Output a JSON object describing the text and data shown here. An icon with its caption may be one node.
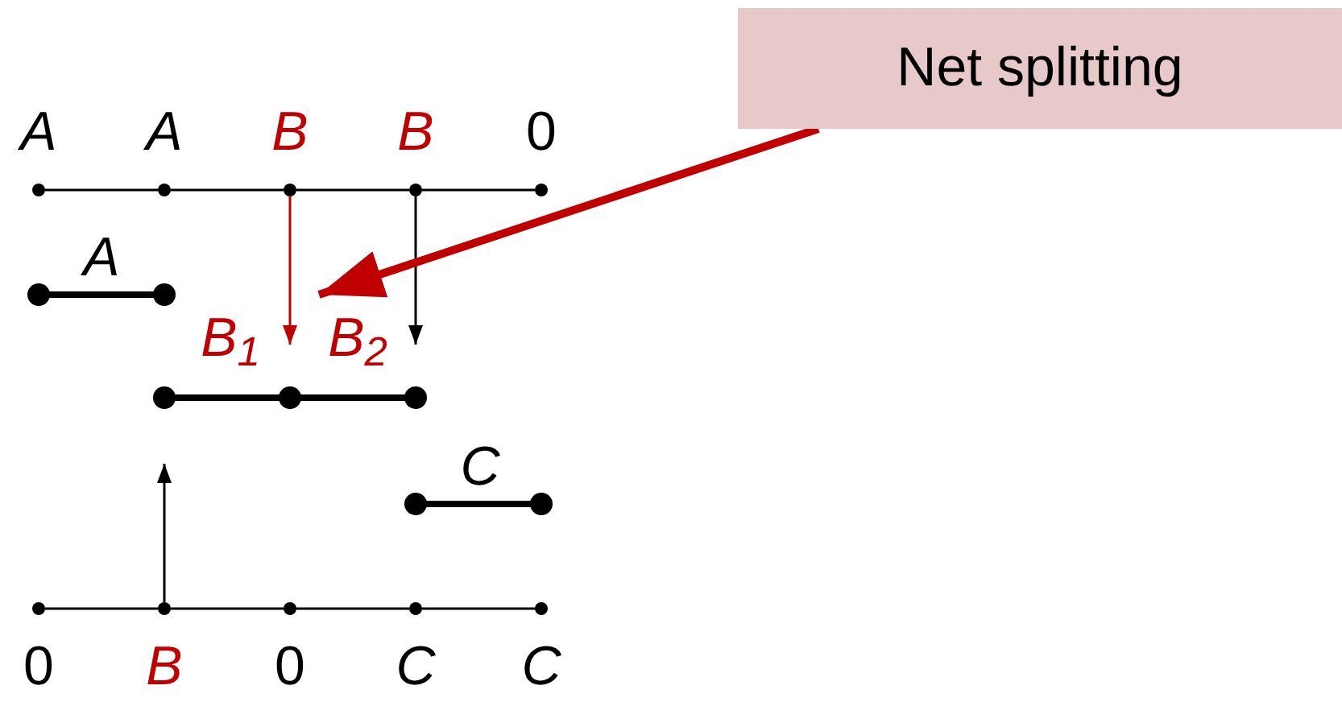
{
  "diagram": {
    "nodes": [
      {
        "text": [],
        "shape": "circle",
        "beside": [
          "A"
        ]
      },
      {
        "text": [],
        "shape": "circle",
        "beside": [
          "A"
        ]
      },
      {
        "text": [],
        "shape": "circle",
        "beside": [
          "B"
        ]
      },
      {
        "text": [],
        "shape": "circle",
        "beside": [
          "B"
        ]
      },
      {
        "text": [],
        "shape": "circle",
        "beside": [
          "0"
        ]
      },
      {
        "text": [],
        "shape": "circle",
        "beside": [
          "0"
        ]
      },
      {
        "text": [],
        "shape": "circle",
        "beside": [
          "B"
        ]
      },
      {
        "text": [],
        "shape": "circle",
        "beside": [
          "0"
        ]
      },
      {
        "text": [],
        "shape": "circle",
        "beside": [
          "C"
        ]
      },
      {
        "text": [],
        "shape": "circle",
        "beside": [
          "C"
        ]
      },
      {
        "text": [],
        "shape": "bar",
        "beside": [
          "A"
        ]
      },
      {
        "text": [],
        "shape": "bar",
        "beside": [
          "B$_{1}$",
          "B$_{2}$"
        ]
      },
      {
        "text": [],
        "shape": "bar",
        "beside": [
          "C"
        ]
      },
      {
        "text": [
          "Net splitting"
        ]
      }
    ],
    "edges": [
      {
        "from": 0,
        "to": 1,
        "arrow": "none"
      },
      {
        "from": 1,
        "to": 2,
        "arrow": "none"
      },
      {
        "from": 2,
        "to": 3,
        "arrow": "none"
      },
      {
        "from": 3,
        "to": 4,
        "arrow": "none"
      },
      {
        "from": 5,
        "to": 6,
        "arrow": "none"
      },
      {
        "from": 6,
        "to": 7,
        "arrow": "none"
      },
      {
        "from": 7,
        "to": 8,
        "arrow": "none"
      },
      {
        "from": 8,
        "to": 9,
        "arrow": "none"
      },
      {
        "from": 2,
        "to": 11,
        "arrow": "to",
        "color": "#c00000"
      },
      {
        "from": 3,
        "to": 11,
        "arrow": "to"
      },
      {
        "from": 6,
        "to": 11,
        "arrow": "to"
      },
      {
        "from": 13,
        "to": 11,
        "arrow": "to",
        "style": "thick",
        "color": "#c00000"
      }
    ]
  }
}
